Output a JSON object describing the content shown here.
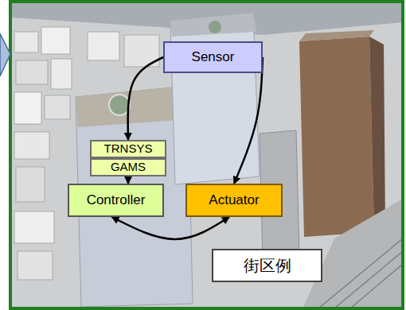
{
  "diagram": {
    "nodes": [
      {
        "text": [
          "Sensor"
        ]
      },
      {
        "text": [
          "TRNSYS"
        ]
      },
      {
        "text": [
          "GAMS"
        ]
      },
      {
        "text": [
          "Controller"
        ]
      },
      {
        "text": [
          "Actuator"
        ]
      },
      {
        "text": [
          "街区例"
        ]
      }
    ],
    "edges": [
      {
        "from": 0,
        "to": 1,
        "arrow": "to"
      },
      {
        "from": 0,
        "to": 4,
        "arrow": "to"
      },
      {
        "from": 2,
        "to": 3,
        "arrow": "to"
      },
      {
        "from": 3,
        "to": 4,
        "arrow": "both"
      }
    ]
  }
}
